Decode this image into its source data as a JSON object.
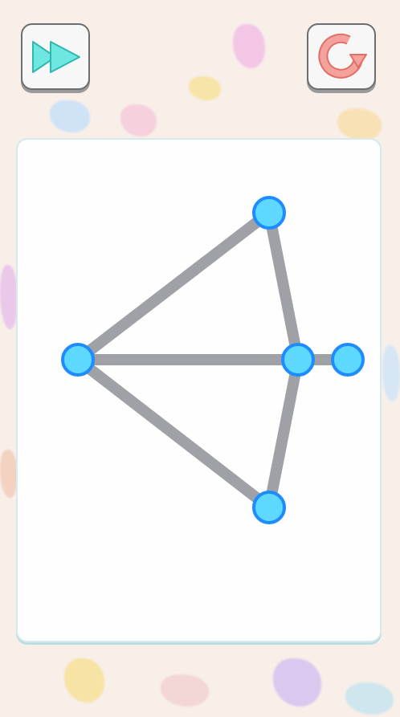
{
  "toolbar": {
    "skip_icon": "fast-forward-icon",
    "restart_icon": "restart-arrow-icon",
    "skip_color": "#6ee7e0",
    "restart_color": "#f4a29b"
  },
  "puzzle": {
    "line_color": "#a0a1a6",
    "node_fill": "#5fd8ff",
    "node_stroke": "#1e8cff",
    "nodes": [
      {
        "id": "n-top"
      },
      {
        "id": "n-left"
      },
      {
        "id": "n-center"
      },
      {
        "id": "n-right"
      },
      {
        "id": "n-bottom"
      }
    ],
    "edges": [
      [
        "n-left",
        "n-top"
      ],
      [
        "n-top",
        "n-center"
      ],
      [
        "n-left",
        "n-center"
      ],
      [
        "n-center",
        "n-right"
      ],
      [
        "n-left",
        "n-bottom"
      ],
      [
        "n-bottom",
        "n-center"
      ]
    ]
  }
}
